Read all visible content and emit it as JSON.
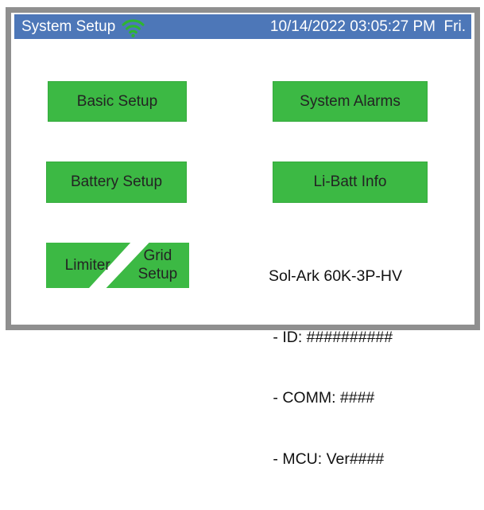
{
  "header": {
    "title": "System Setup",
    "datetime": "10/14/2022 03:05:27 PM  Fri."
  },
  "buttons": {
    "basic_setup": "Basic Setup",
    "system_alarms": "System Alarms",
    "battery_setup": "Battery Setup",
    "li_batt_info": "Li-Batt Info",
    "limiter": "Limiter",
    "grid_setup_line1": "Grid",
    "grid_setup_line2": "Setup"
  },
  "info": {
    "model": "Sol-Ark 60K-3P-HV",
    "lines": [
      " - ID: ##########",
      " - COMM: ####",
      " - MCU: Ver####"
    ]
  },
  "icons": {
    "wifi": "wifi-icon"
  },
  "colors": {
    "header_blue": "#4d77b8",
    "button_green": "#3cb944",
    "frame_gray": "#8f8f8f",
    "wifi_green": "#2eb531",
    "button_text": "#232323"
  }
}
